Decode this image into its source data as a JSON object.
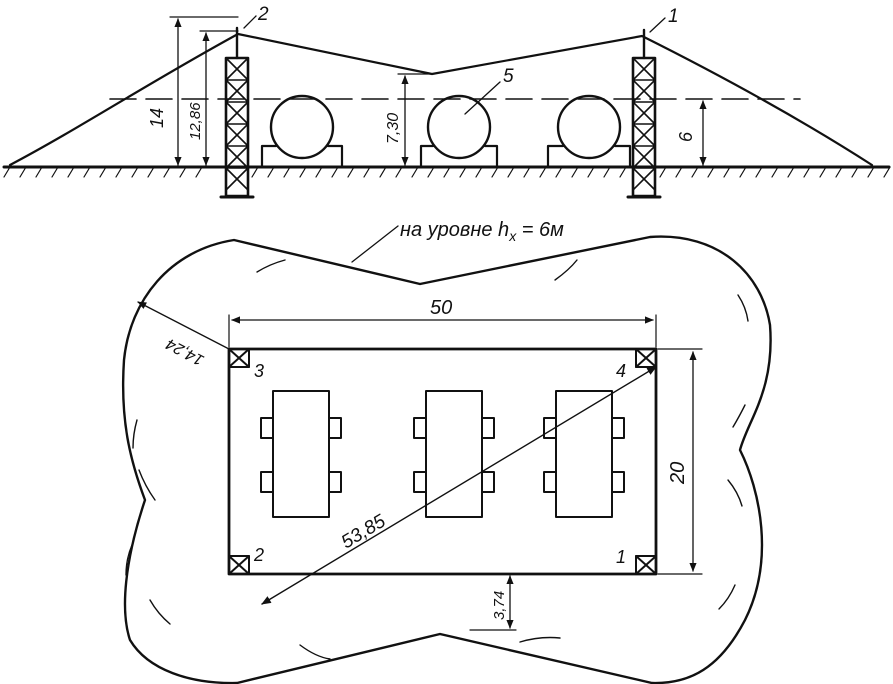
{
  "side_view": {
    "mast_labels": {
      "mast_2": "2",
      "mast_1": "1"
    },
    "tank_label": "5",
    "dimensions": {
      "mast_height": "14",
      "point_height": "12,86",
      "sag_height": "7,30",
      "protected_height": "6"
    }
  },
  "plan_view": {
    "zone_caption": "на уровне h",
    "zone_caption_sub": "x",
    "zone_caption_value": " = 6м",
    "length": "50",
    "width": "20",
    "diagonal": "53,85",
    "corner_radius": "14,24",
    "mid_width": "3,74",
    "mast_labels": {
      "m1": "1",
      "m2": "2",
      "m3": "3",
      "m4": "4"
    }
  },
  "colors": {
    "ink": "#111111",
    "paper": "#ffffff"
  }
}
